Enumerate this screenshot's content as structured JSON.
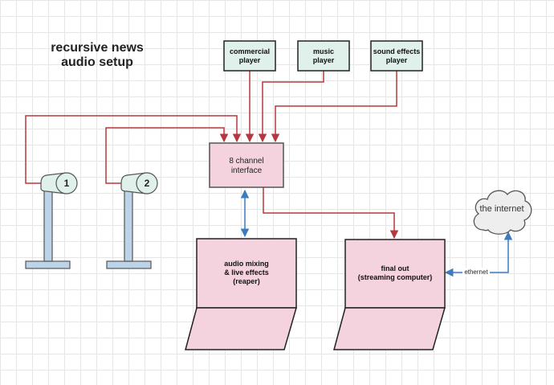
{
  "title": {
    "line1": "recursive news",
    "line2": "audio setup"
  },
  "players": {
    "commercial": {
      "line1": "commercial",
      "line2": "player"
    },
    "music": {
      "line1": "music",
      "line2": "player"
    },
    "sound_effects": {
      "line1": "sound effects",
      "line2": "player"
    }
  },
  "interface": {
    "line1": "8 channel",
    "line2": "interface"
  },
  "microphones": [
    {
      "label": "1"
    },
    {
      "label": "2"
    }
  ],
  "laptops": {
    "mixing": {
      "line1": "audio mixing",
      "line2": "& live effects",
      "line3": "(reaper)"
    },
    "final": {
      "line1": "final out",
      "line2": "(streaming computer)"
    }
  },
  "cloud": {
    "label": "the internet"
  },
  "edge_labels": {
    "ethernet": "ethernet"
  },
  "colors": {
    "audio_arrow": "#b5383e",
    "data_arrow": "#3a7cbf",
    "player_fill": "#dff1ea",
    "device_fill": "#f4d3df",
    "mic_stand": "#bcd3e8",
    "cloud_fill": "#eeeeee"
  }
}
